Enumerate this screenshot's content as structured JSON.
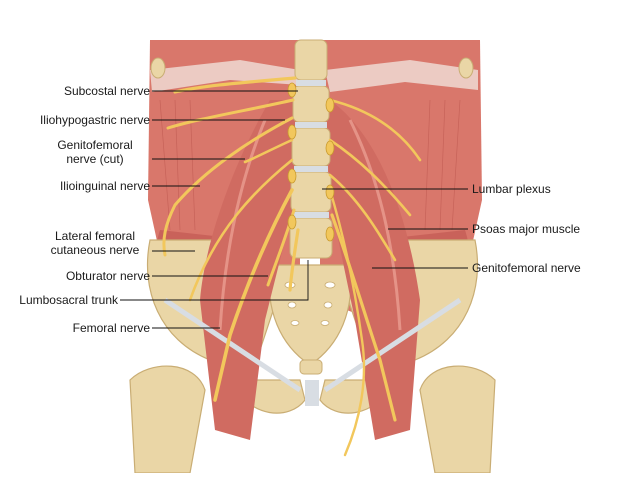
{
  "labels": {
    "subcostal": "Subcostal nerve",
    "iliohypogastric": "Iliohypogastric nerve",
    "genitofemoral_cut_1": "Genitofemoral",
    "genitofemoral_cut_2": "nerve (cut)",
    "ilioinguinal": "Ilioinguinal nerve",
    "lateral_femoral_1": "Lateral femoral",
    "lateral_femoral_2": "cutaneous nerve",
    "obturator": "Obturator nerve",
    "lumbosacral": "Lumbosacral trunk",
    "femoral": "Femoral nerve",
    "lumbar_plexus": "Lumbar plexus",
    "psoas": "Psoas major muscle",
    "genitofemoral": "Genitofemoral nerve"
  },
  "colors": {
    "muscle": "#d9776b",
    "muscle_dark": "#b8514a",
    "muscle_light": "#eea497",
    "bone": "#ead6a6",
    "bone_dark": "#c9ad74",
    "nerve": "#f2c75c",
    "nerve_dark": "#c99a2e",
    "tendon": "#d8dde3",
    "leader": "#111111"
  }
}
